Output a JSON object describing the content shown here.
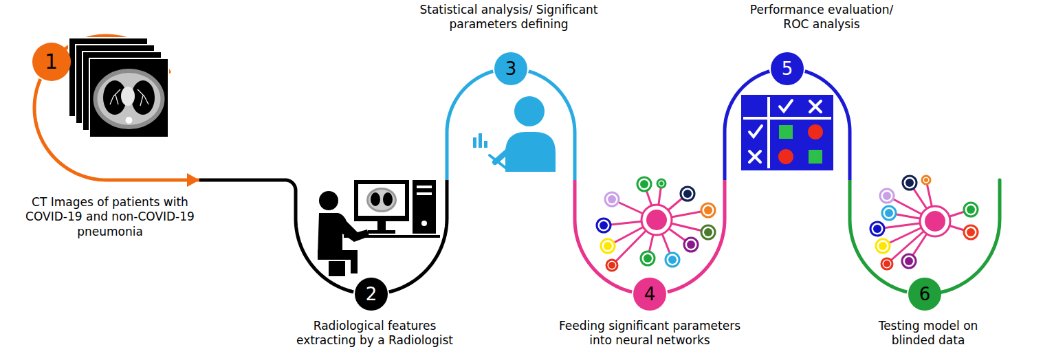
{
  "diagram": {
    "nodes": [
      {
        "text": [
          "1",
          "CT Images of patients with COVID-19 and non-COVID-19 pneumonia"
        ]
      },
      {
        "text": [
          "2",
          "Radiological features extracting by a Radiologist"
        ]
      },
      {
        "text": [
          "3",
          "Statistical analysis/ Significant parameters defining"
        ]
      },
      {
        "text": [
          "4",
          "Feeding significant parameters into neural networks"
        ]
      },
      {
        "text": [
          "5",
          "Performance evaluation/ ROC analysis"
        ]
      },
      {
        "text": [
          "6",
          "Testing model on blinded data"
        ]
      }
    ],
    "edges": [
      {
        "from": 0,
        "to": 1,
        "arrow": "to"
      },
      {
        "from": 1,
        "to": 2,
        "arrow": "none"
      },
      {
        "from": 2,
        "to": 3,
        "arrow": "none"
      },
      {
        "from": 3,
        "to": 4,
        "arrow": "none"
      },
      {
        "from": 4,
        "to": 5,
        "arrow": "none"
      }
    ]
  }
}
